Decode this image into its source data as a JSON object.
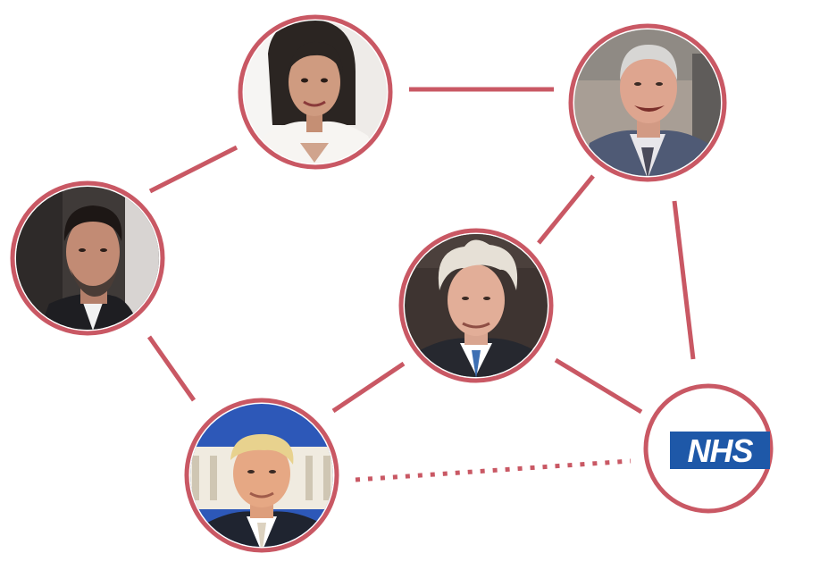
{
  "colors": {
    "ring": "#c95864",
    "edge": "#c95864",
    "nhs_blue": "#1e58a8",
    "background": "#ffffff"
  },
  "nodes": [
    {
      "id": "person-top",
      "kind": "portrait",
      "description_icon": "woman-portrait-icon"
    },
    {
      "id": "person-top-right",
      "kind": "portrait",
      "description_icon": "older-man-portrait-icon"
    },
    {
      "id": "person-left",
      "kind": "portrait",
      "description_icon": "bearded-man-portrait-icon"
    },
    {
      "id": "person-center",
      "kind": "portrait",
      "description_icon": "blond-man-portrait-icon"
    },
    {
      "id": "person-bottom",
      "kind": "portrait",
      "description_icon": "man-suit-portrait-icon"
    },
    {
      "id": "nhs",
      "kind": "logo",
      "logo_text": "NHS"
    }
  ],
  "edges": [
    {
      "from": "person-top",
      "to": "person-top-right",
      "style": "solid"
    },
    {
      "from": "person-top",
      "to": "person-left",
      "style": "solid"
    },
    {
      "from": "person-top-right",
      "to": "person-center",
      "style": "solid"
    },
    {
      "from": "person-top-right",
      "to": "nhs",
      "style": "solid"
    },
    {
      "from": "person-left",
      "to": "person-bottom",
      "style": "solid"
    },
    {
      "from": "person-center",
      "to": "person-bottom",
      "style": "solid"
    },
    {
      "from": "person-center",
      "to": "nhs",
      "style": "solid"
    },
    {
      "from": "person-bottom",
      "to": "nhs",
      "style": "dotted"
    }
  ]
}
